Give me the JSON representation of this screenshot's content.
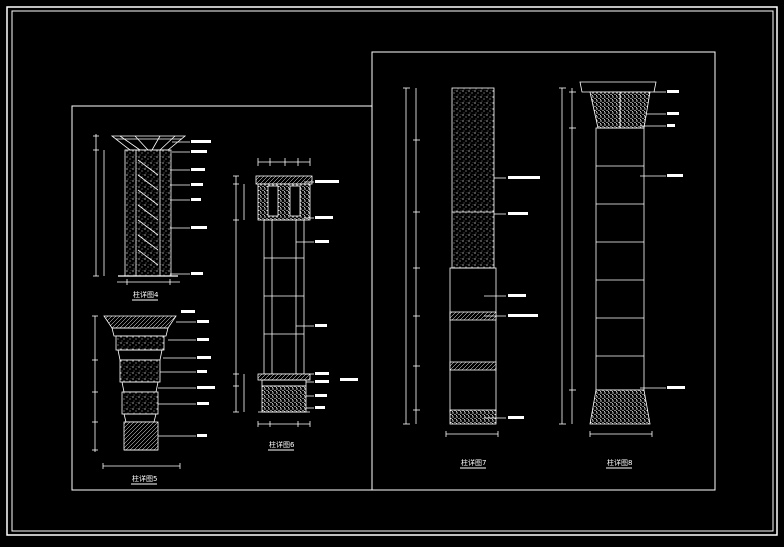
{
  "drawing": {
    "background_color": "#000000",
    "line_color": "#ffffff",
    "panel_left_title": "",
    "panel_right_title": ""
  },
  "titles": {
    "col4": "柱详图4",
    "col5": "柱详图5",
    "col6": "柱详图6",
    "col7": "柱详图7",
    "col8": "柱详图8"
  }
}
